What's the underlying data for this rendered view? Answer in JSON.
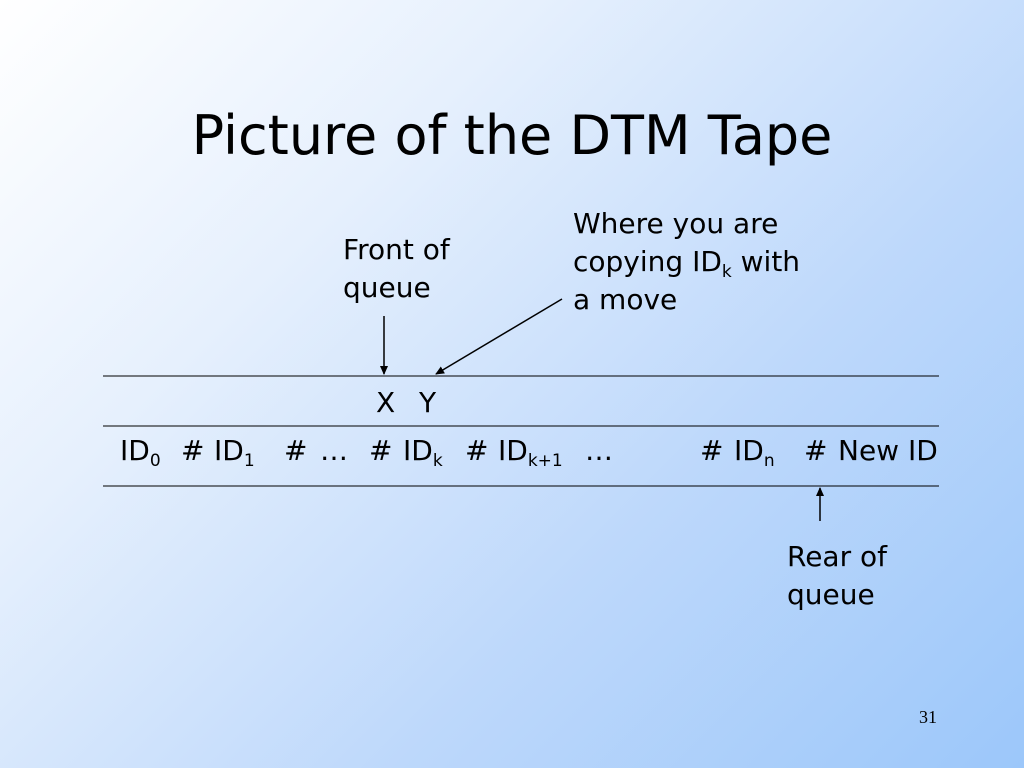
{
  "title": "Picture of the DTM Tape",
  "labels": {
    "front_line1": "Front of",
    "front_line2": "queue",
    "where_line1": "Where you are",
    "where_line2_prefix": "copying ID",
    "where_line2_sub": "k",
    "where_line2_suffix": " with",
    "where_line3": "a move",
    "rear_line1": "Rear of",
    "rear_line2": "queue"
  },
  "tape": {
    "marker_x": "X",
    "marker_y": "Y",
    "id_base": "ID",
    "hash": "#",
    "ellipsis": "…",
    "sub0": "0",
    "sub1": "1",
    "subk": "k",
    "subk1": "k+1",
    "subn": "n",
    "new_id": "New ID"
  },
  "page_number": "31"
}
